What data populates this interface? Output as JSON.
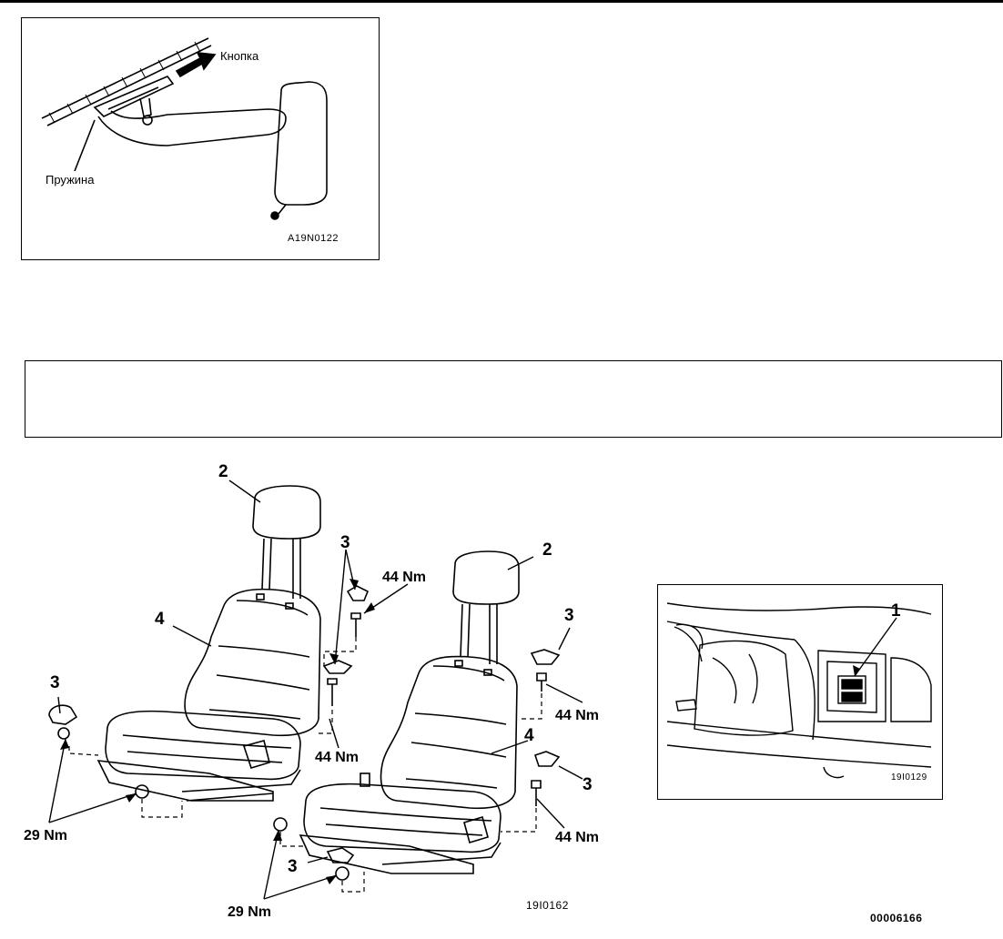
{
  "figure1": {
    "button_label": "Кнопка",
    "spring_label": "Пружина",
    "code": "A19N0122"
  },
  "seats_figure": {
    "labels": {
      "headrest_left": "2",
      "headrest_right": "2",
      "cover_top": "3",
      "cover_left": "3",
      "cover_right_top": "3",
      "cover_right_mid": "3",
      "cover_bottom": "3",
      "seat_left": "4",
      "seat_right": "4"
    },
    "torques": {
      "top": "44 Nm",
      "left_mid": "44 Nm",
      "right_mid": "44 Nm",
      "right_bottom": "44 Nm",
      "left_bottom": "29 Nm",
      "center_bottom": "29 Nm"
    },
    "code": "19I0162"
  },
  "switch_figure": {
    "label": "1",
    "code": "19I0129"
  },
  "page_code": "00006166"
}
